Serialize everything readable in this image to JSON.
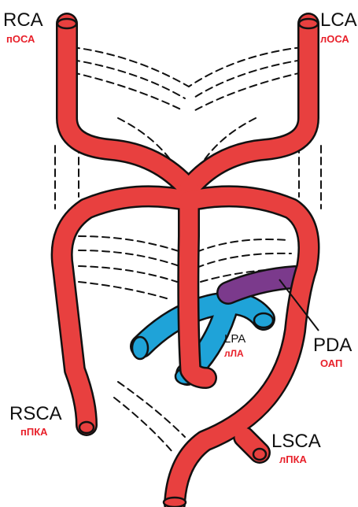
{
  "colors": {
    "artery": "#e8403f",
    "pulmonary": "#1fa3d8",
    "ductus": "#7b3a8c",
    "outline": "#111111",
    "label_sub": "#e8202a"
  },
  "labels": {
    "rca": {
      "main": "RCA",
      "sub": "пОСА"
    },
    "lca": {
      "main": "LCA",
      "sub": "лОСА"
    },
    "lpa": {
      "main": "LPA",
      "sub": "лЛА"
    },
    "pda": {
      "main": "PDA",
      "sub": "ОАП"
    },
    "rsca": {
      "main": "RSCA",
      "sub": "пПКА"
    },
    "lsca": {
      "main": "LSCA",
      "sub": "лПКА"
    }
  }
}
